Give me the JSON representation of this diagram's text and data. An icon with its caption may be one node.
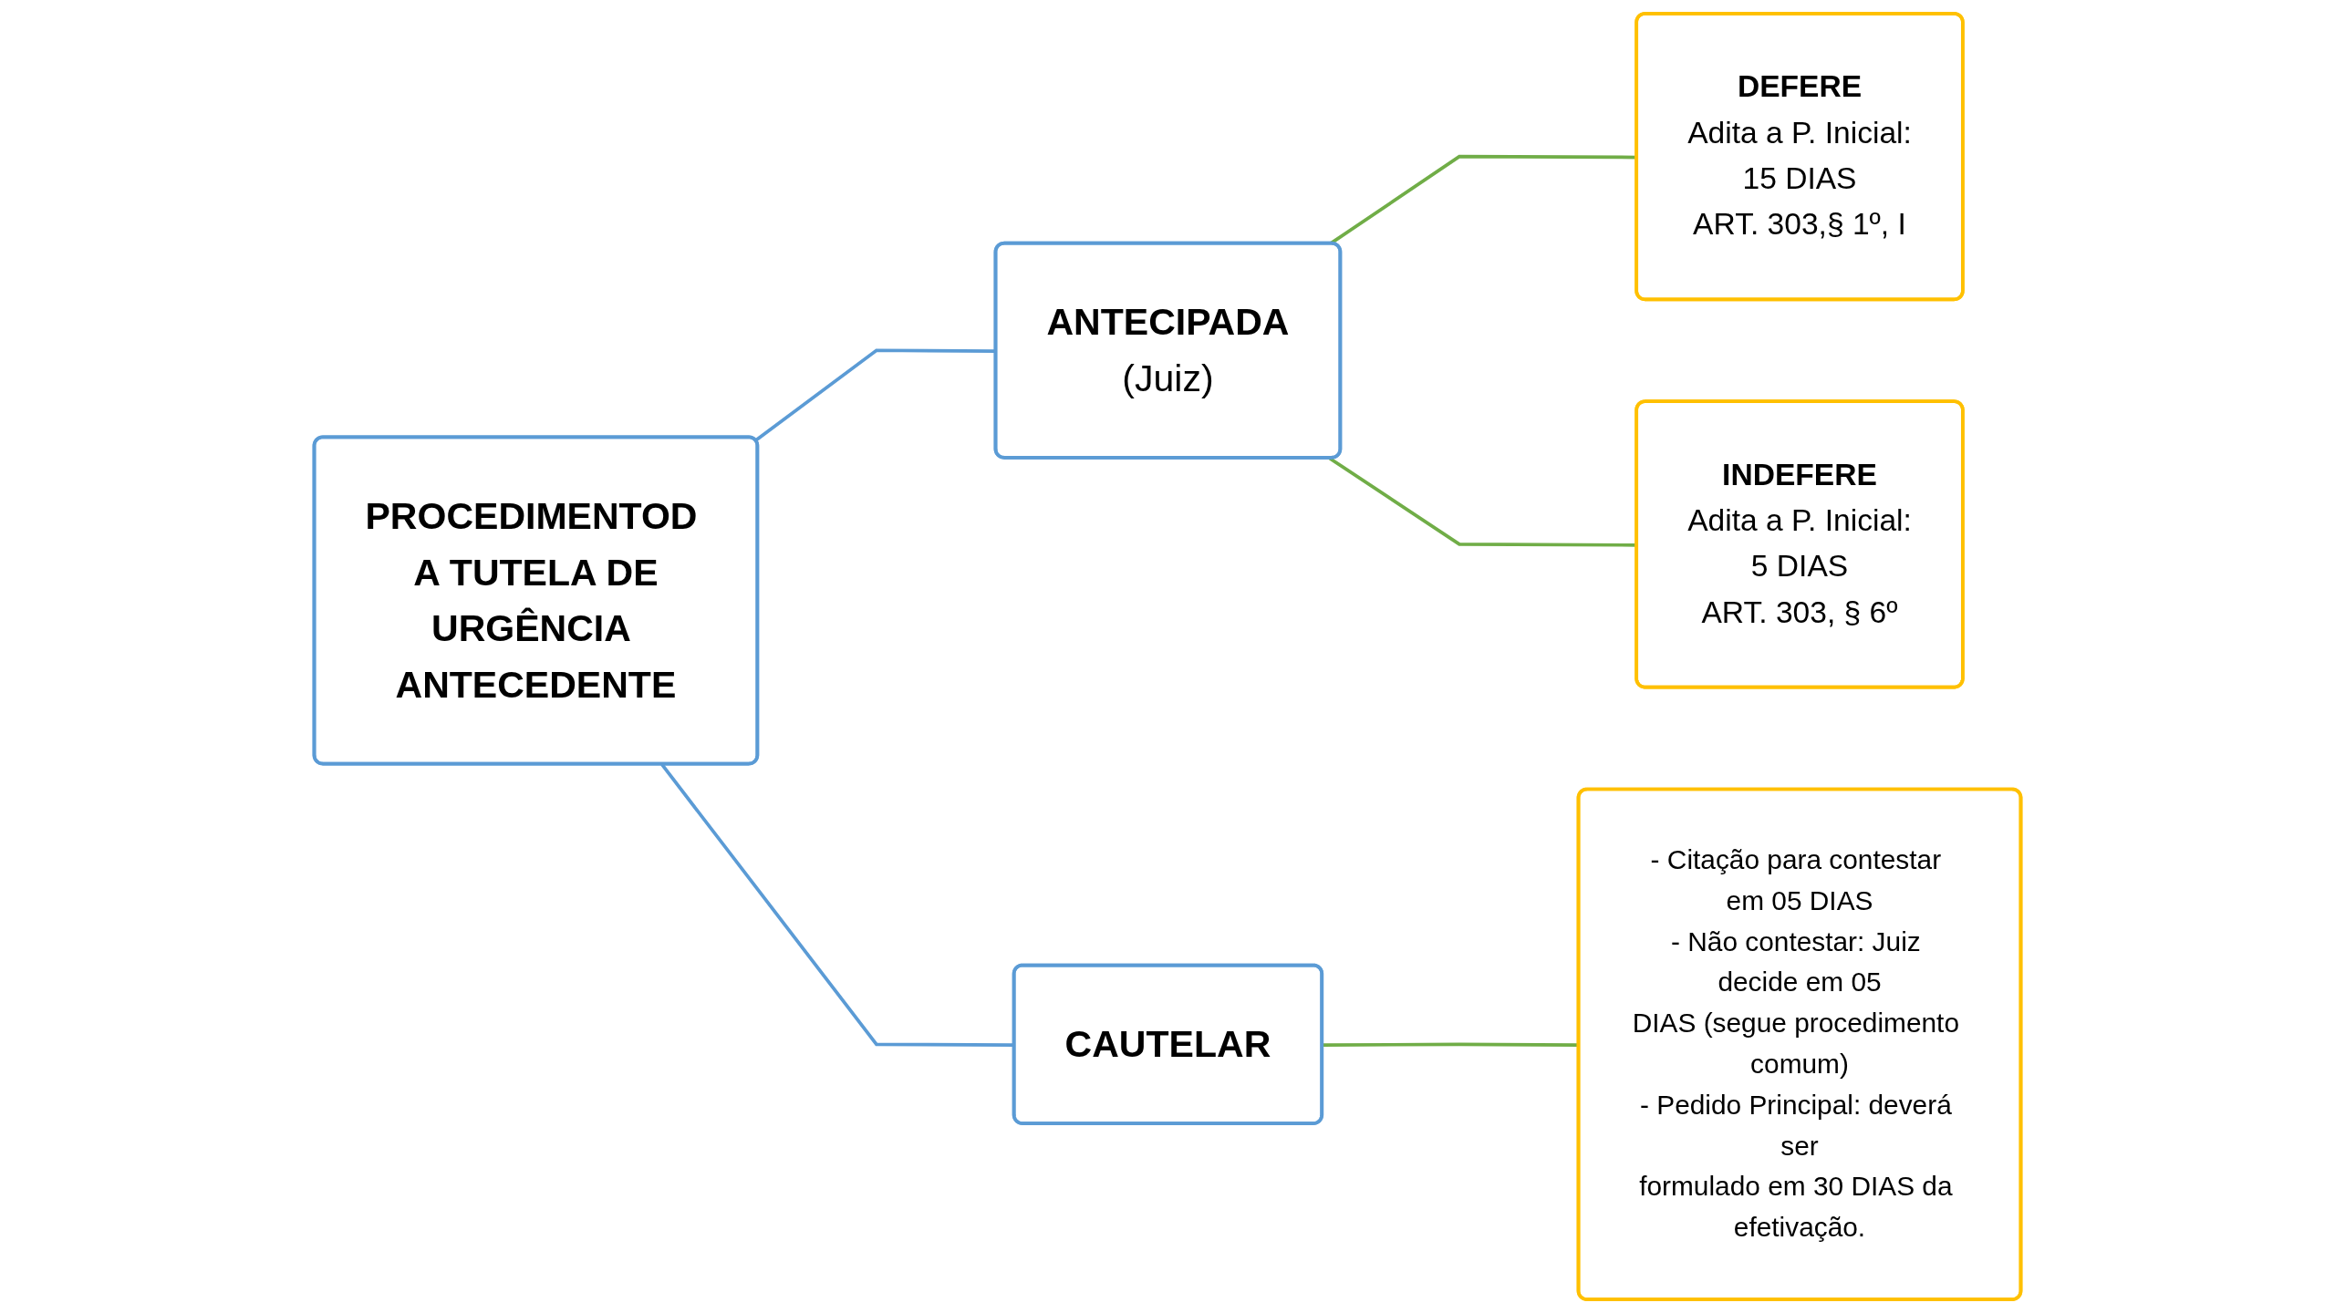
{
  "diagram": {
    "nodes": [
      {
        "text": [
          "PROCEDIMENTOD A TUTELA DE URGÊNCIA ANTECEDENTE"
        ]
      },
      {
        "text": [
          "ANTECIPADA",
          "(Juiz)"
        ]
      },
      {
        "text": [
          "CAUTELAR"
        ]
      },
      {
        "text": [
          "DEFERE",
          "Adita a P. Inicial:",
          "15 DIAS",
          "ART. 303,§ 1º, I"
        ]
      },
      {
        "text": [
          "INDEFERE",
          "Adita a P. Inicial:",
          "5 DIAS",
          "ART. 303, § 6º"
        ]
      },
      {
        "text": [
          "- Citação para contestar em 05 DIAS",
          "- Não contestar: Juiz decide em 05 DIAS (segue procedimento comum)",
          "- Pedido Principal: deverá ser formulado em 30 DIAS da efetivação."
        ]
      }
    ],
    "edges": [
      {
        "from": 0,
        "to": 1,
        "arrow": "none",
        "color": "#5b9bd5"
      },
      {
        "from": 0,
        "to": 2,
        "arrow": "none",
        "color": "#5b9bd5"
      },
      {
        "from": 1,
        "to": 3,
        "arrow": "none"
      },
      {
        "from": 1,
        "to": 4,
        "arrow": "none"
      },
      {
        "from": 2,
        "to": 5,
        "arrow": "none"
      }
    ]
  }
}
